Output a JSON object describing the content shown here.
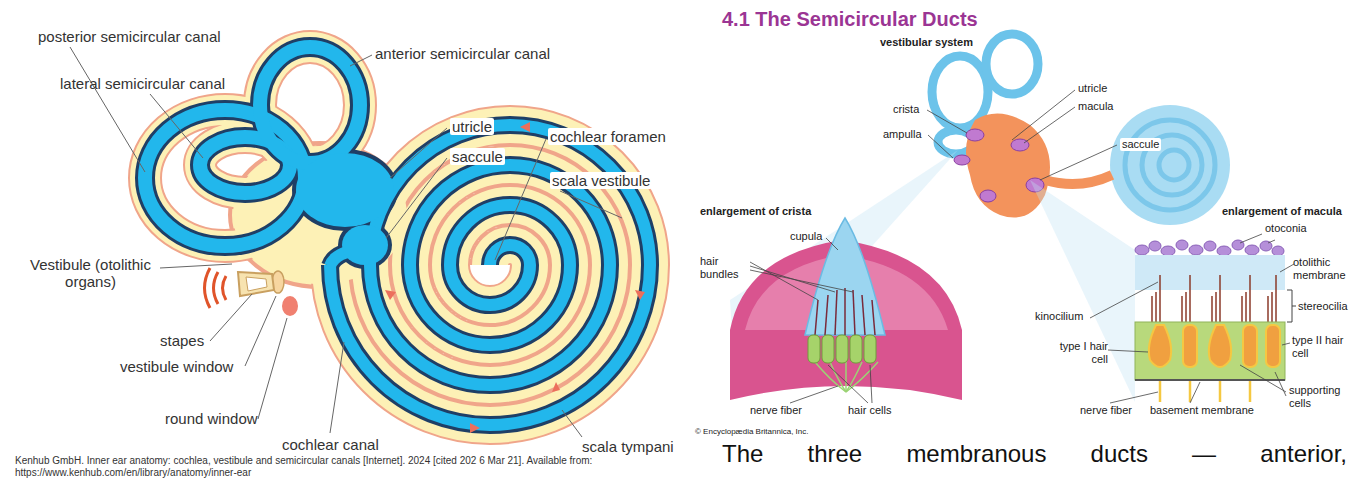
{
  "diagram": {
    "title": "4.1 The Semicircular Ducts",
    "labels": [
      "posterior semicircular canal",
      "anterior semicircular canal",
      "lateral semicircular canal",
      "utricle",
      "saccule",
      "cochlear foramen",
      "scala vestibule",
      "Vestibule (otolithic organs)",
      "stapes",
      "vestibule window",
      "round window",
      "cochlear canal",
      "scala tympani",
      "Kenhub GmbH. Inner ear anatomy: cochlea, vestibule and semicircular canals [Internet]. 2024 [cited 202 6 Mar 21]. Available from: https://www.kenhub.com/en/library/anatomy/inner-ear",
      "vestibular system",
      "crista",
      "utricle",
      "macula",
      "ampulla",
      "saccule",
      "enlargement of crista",
      "cupula",
      "hair bundles",
      "nerve fiber",
      "hair cells",
      "enlargement of macula",
      "otoconia",
      "otolithic membrane",
      "kinocilium",
      "stereocilia",
      "type I hair cell",
      "type II hair cell",
      "nerve fiber",
      "basement membrane",
      "supporting cells",
      "© Encyclopædia Britannica, Inc.",
      "The three membranous ducts — anterior,"
    ]
  }
}
